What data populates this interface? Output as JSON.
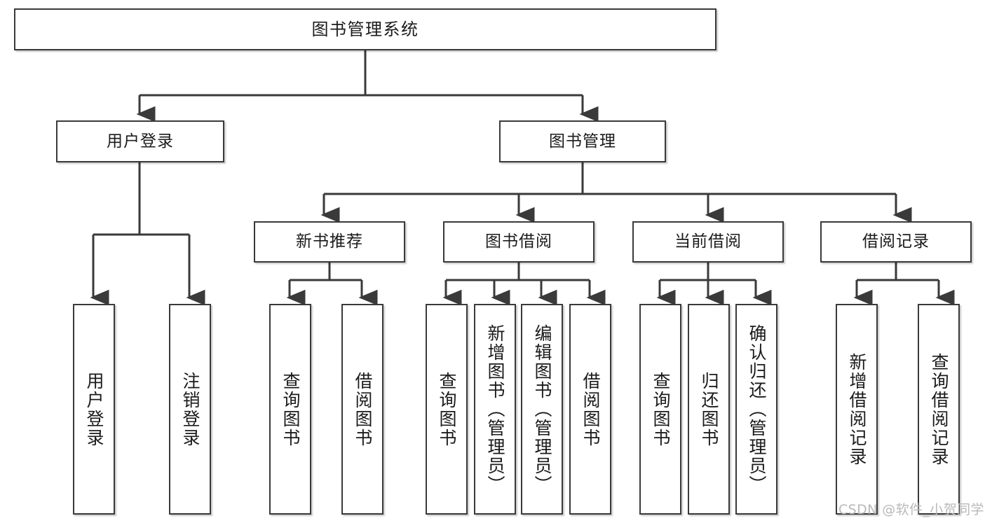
{
  "diagram": {
    "title": "图书管理系统",
    "type": "tree-structure-chart",
    "line_color": "#3a3a3a",
    "box_fill": "#ffffff",
    "text_color": "#1b1b1b"
  },
  "nodes": {
    "root": {
      "label": "图书管理系统"
    },
    "level2": [
      {
        "label": "用户登录"
      },
      {
        "label": "图书管理"
      }
    ],
    "level3": [
      {
        "label": "新书推荐"
      },
      {
        "label": "图书借阅"
      },
      {
        "label": "当前借阅"
      },
      {
        "label": "借阅记录"
      }
    ],
    "leaves": {
      "user_login": [
        {
          "label": "用户登录"
        },
        {
          "label": "注销登录"
        }
      ],
      "new_book": [
        {
          "label": "查询图书"
        },
        {
          "label": "借阅图书"
        }
      ],
      "borrow_book": [
        {
          "label": "查询图书"
        },
        {
          "label": "新增图书（管理员）"
        },
        {
          "label": "编辑图书（管理员）"
        },
        {
          "label": "借阅图书"
        }
      ],
      "current_borrow": [
        {
          "label": "查询图书"
        },
        {
          "label": "归还图书"
        },
        {
          "label": "确认归还（管理员）"
        }
      ],
      "borrow_record": [
        {
          "label": "新增借阅记录"
        },
        {
          "label": "查询借阅记录"
        }
      ]
    }
  },
  "watermark": {
    "text": "CSDN @软件_小贺同学"
  }
}
